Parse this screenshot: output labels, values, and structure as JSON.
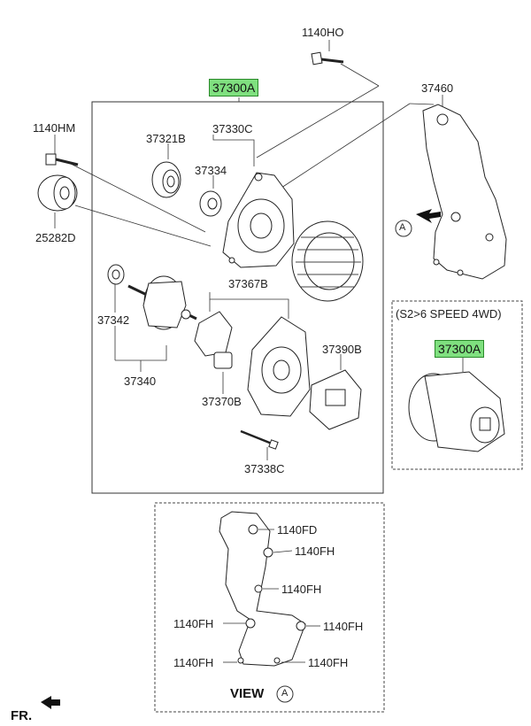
{
  "highlight_color": "#7fe07f",
  "parts": {
    "main_assembly": "37300A",
    "variant_assembly": "37300A",
    "bolt_top": "1140HO",
    "bracket": "37460",
    "bolt_left": "1140HM",
    "pulley": "25282D",
    "bearing": "37321B",
    "front_housing": "37330C",
    "bearing_front": "37334",
    "stator": "",
    "rotor_bearing": "37342",
    "rotor": "37340",
    "regulator_assy": "37367B",
    "brush_holder": "37370B",
    "rear_cover": "37390B",
    "through_bolt": "37338C"
  },
  "view_a": {
    "marker": "A",
    "title": "VIEW",
    "bolts": [
      "1140FD",
      "1140FH",
      "1140FH",
      "1140FH",
      "1140FH",
      "1140FH",
      "1140FH"
    ]
  },
  "variant_label": "(S2>6 SPEED 4WD)",
  "front_label": "FR."
}
